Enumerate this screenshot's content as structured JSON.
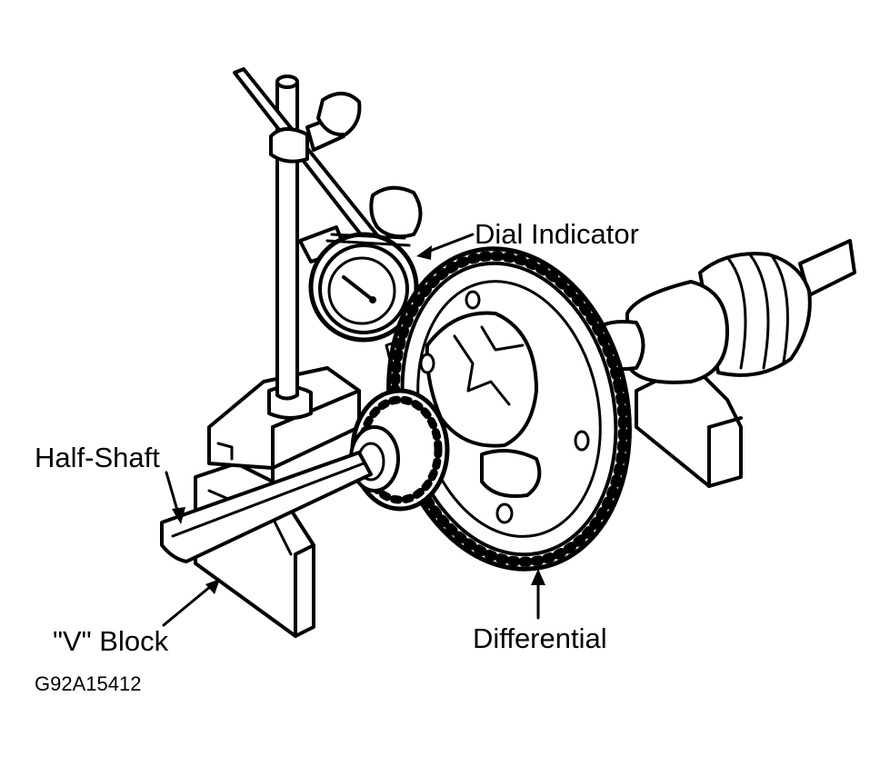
{
  "figure": {
    "labels": {
      "dial_indicator": "Dial Indicator",
      "half_shaft": "Half-Shaft",
      "v_block": "\"V\" Block",
      "differential": "Differential"
    },
    "figure_id": "G92A15412"
  }
}
